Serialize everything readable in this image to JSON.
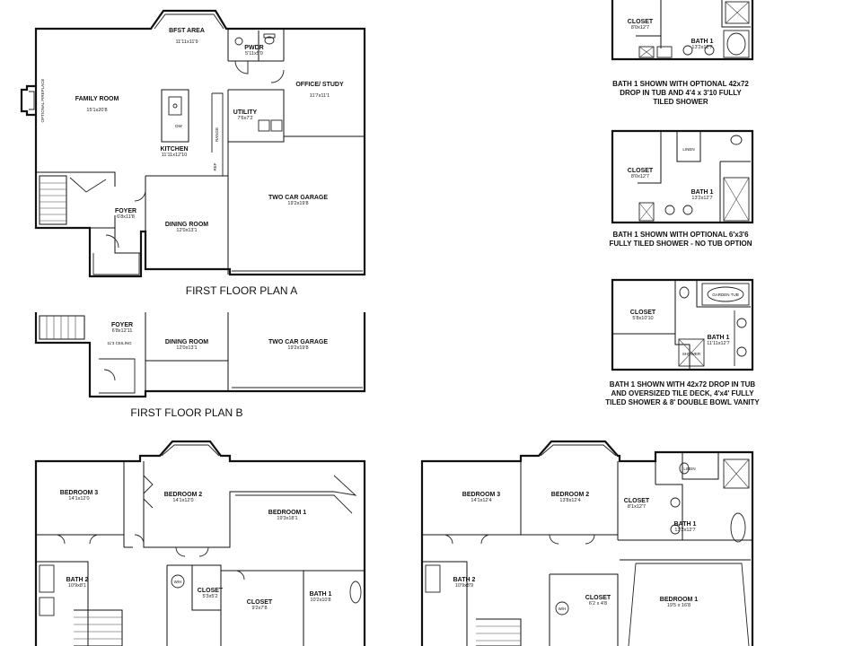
{
  "first_floor_a": {
    "title": "FIRST FLOOR PLAN A",
    "rooms": [
      {
        "name": "BFST AREA",
        "dim": "11'11x11'9"
      },
      {
        "name": "PWDR",
        "dim": "5'11x5'0"
      },
      {
        "name": "OFFICE/ STUDY",
        "dim": "11'7x11'1"
      },
      {
        "name": "FAMILY ROOM",
        "dim": "15'1x20'8"
      },
      {
        "name": "UTILITY",
        "dim": "7'6x7'2"
      },
      {
        "name": "KITCHEN",
        "dim": "11'11x12'10"
      },
      {
        "name": "FOYER",
        "dim": "6'8x11'8"
      },
      {
        "name": "DINING ROOM",
        "dim": "12'0x13'1"
      },
      {
        "name": "TWO CAR GARAGE",
        "dim": "19'2x19'8"
      }
    ],
    "labels": {
      "fireplace": "OPTIONAL FIREPLACE",
      "range": "RANGE",
      "ref": "REF",
      "dw": "DW"
    }
  },
  "first_floor_b": {
    "title": "FIRST FLOOR PLAN B",
    "rooms": [
      {
        "name": "FOYER",
        "dim": "6'8x12'11"
      },
      {
        "name": "DINING ROOM",
        "dim": "12'0x13'1"
      },
      {
        "name": "TWO CAR GARAGE",
        "dim": "19'2x19'8"
      }
    ],
    "ceiling": "11'3 CEILING"
  },
  "bath_option_1": {
    "closet": {
      "name": "CLOSET",
      "dim": "8'0x12'7"
    },
    "bath": {
      "name": "BATH 1",
      "dim": "13'2x12'7"
    },
    "note": "BATH 1 SHOWN WITH OPTIONAL 42x72 DROP IN TUB AND 4'4 x 3'10 FULLY TILED SHOWER"
  },
  "bath_option_2": {
    "linen": "LINEN",
    "closet": {
      "name": "CLOSET",
      "dim": "8'0x12'7"
    },
    "bath": {
      "name": "BATH 1",
      "dim": "13'2x12'7"
    },
    "note": "BATH 1 SHOWN WITH OPTIONAL 6'x3'6 FULLY TILED SHOWER - NO TUB OPTION"
  },
  "bath_option_3": {
    "garden_tub": "GARDEN TUB",
    "shower": "SHOWER",
    "closet": {
      "name": "CLOSET",
      "dim": "5'8x10'10"
    },
    "bath": {
      "name": "BATH 1",
      "dim": "11'11x12'7"
    },
    "note": "BATH 1 SHOWN WITH 42x72 DROP IN TUB AND OVERSIZED TILE DECK, 4'x4' FULLY TILED SHOWER & 8' DOUBLE BOWL VANITY"
  },
  "second_floor_a": {
    "rooms": [
      {
        "name": "BEDROOM 3",
        "dim": "14'1x12'0"
      },
      {
        "name": "BEDROOM 2",
        "dim": "14'1x12'0"
      },
      {
        "name": "BEDROOM 1",
        "dim": "19'3x18'1"
      },
      {
        "name": "BATH 2",
        "dim": "10'9x8'1"
      },
      {
        "name": "CLOSET",
        "dim": "5'3x5'2"
      },
      {
        "name": "CLOSET",
        "dim": "9'2x7'8"
      },
      {
        "name": "BATH 1",
        "dim": "10'2x10'8"
      }
    ],
    "wh": "W/H"
  },
  "second_floor_b": {
    "rooms": [
      {
        "name": "BEDROOM 3",
        "dim": "14'1x12'4"
      },
      {
        "name": "BEDROOM 2",
        "dim": "13'8x12'4"
      },
      {
        "name": "CLOSET",
        "dim": "8'1x12'7"
      },
      {
        "name": "BATH 1",
        "dim": "13'2x12'7"
      },
      {
        "name": "BATH 2",
        "dim": "10'9x8'9"
      },
      {
        "name": "CLOSET",
        "dim": "6'2 x 4'8"
      },
      {
        "name": "BEDROOM 1",
        "dim": "19'5 x 16'8"
      }
    ],
    "linen": "LINEN",
    "wh": "W/H"
  }
}
